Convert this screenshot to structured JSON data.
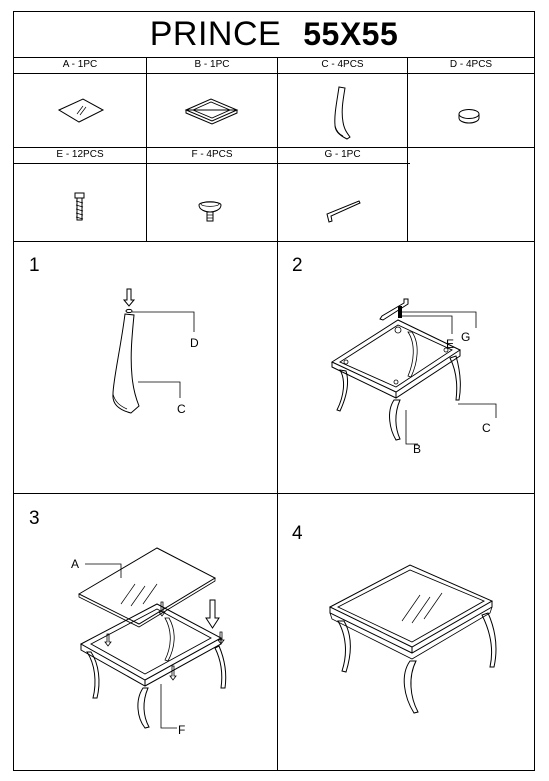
{
  "header": {
    "model": "PRINCE",
    "size": "55X55"
  },
  "parts": [
    {
      "id": "A",
      "label": "A - 1PC",
      "icon": "glass-top-icon"
    },
    {
      "id": "B",
      "label": "B - 1PC",
      "icon": "frame-icon"
    },
    {
      "id": "C",
      "label": "C - 4PCS",
      "icon": "leg-icon"
    },
    {
      "id": "D",
      "label": "D - 4PCS",
      "icon": "pad-icon"
    },
    {
      "id": "E",
      "label": "E - 12PCS",
      "icon": "bolt-icon"
    },
    {
      "id": "F",
      "label": "F - 4PCS",
      "icon": "cushion-icon"
    },
    {
      "id": "G",
      "label": "G - 1PC",
      "icon": "allen-key-icon"
    }
  ],
  "steps": [
    {
      "number": "1",
      "callouts": [
        "D",
        "C"
      ]
    },
    {
      "number": "2",
      "callouts": [
        "E",
        "G",
        "C",
        "B"
      ]
    },
    {
      "number": "3",
      "callouts": [
        "A",
        "F"
      ]
    },
    {
      "number": "4",
      "callouts": []
    }
  ]
}
